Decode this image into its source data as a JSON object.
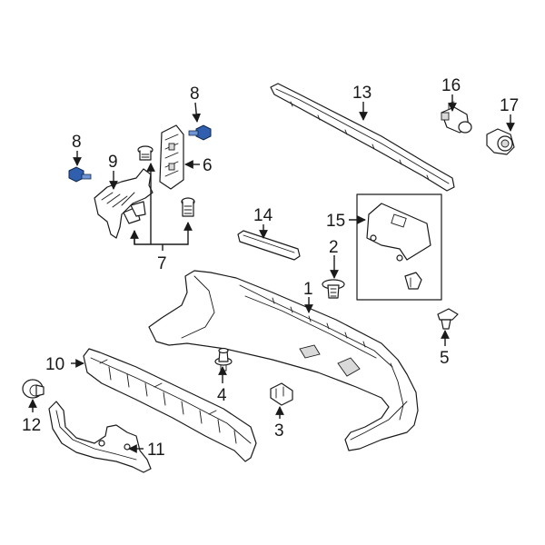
{
  "diagram": {
    "callouts": {
      "c1": "1",
      "c2": "2",
      "c3": "3",
      "c4": "4",
      "c5": "5",
      "c6": "6",
      "c7": "7",
      "c8a": "8",
      "c8b": "8",
      "c9": "9",
      "c10": "10",
      "c11": "11",
      "c12": "12",
      "c13": "13",
      "c14": "14",
      "c15": "15",
      "c16": "16",
      "c17": "17"
    },
    "highlight_color": "#2f5fae",
    "line_color": "#1a1a1a"
  }
}
